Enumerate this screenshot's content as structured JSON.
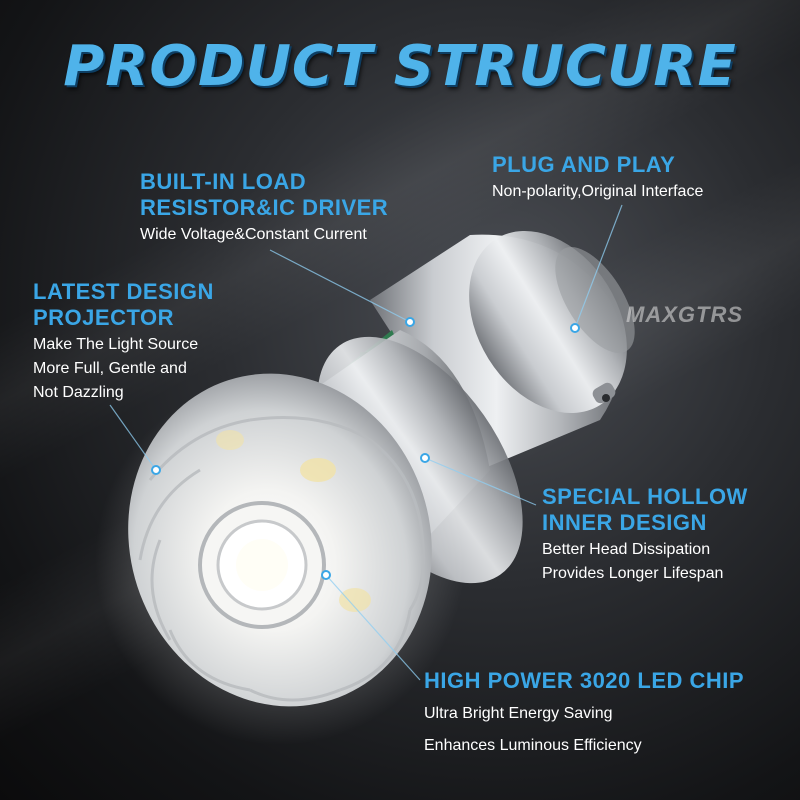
{
  "headline": "PRODUCT STRUCURE",
  "brand_watermark": "MAXGTRS",
  "callouts": {
    "resistor": {
      "title_line1": "BUILT-IN LOAD",
      "title_line2": "RESISTOR&IC DRIVER",
      "desc_line1": "Wide Voltage&Constant Current"
    },
    "plug": {
      "title_line1": "PLUG AND PLAY",
      "desc_line1": "Non-polarity,Original Interface"
    },
    "projector": {
      "title_line1": "LATEST DESIGN",
      "title_line2": "PROJECTOR",
      "desc_line1": "Make The Light Source",
      "desc_line2": "More Full, Gentle and",
      "desc_line3": "Not Dazzling"
    },
    "hollow": {
      "title_line1": "SPECIAL HOLLOW",
      "title_line2": "INNER DESIGN",
      "desc_line1": "Better Head Dissipation",
      "desc_line2": "Provides Longer Lifespan"
    },
    "chip": {
      "title_line1": "HIGH POWER 3020 LED CHIP",
      "desc_line1": "Ultra Bright Energy Saving",
      "desc_line2": "Enhances Luminous Efficiency"
    }
  },
  "colors": {
    "accent_blue": "#3aa6e6",
    "headline_blue": "#4fb3ea",
    "description_text": "#ffffff",
    "background_dark": "#131416"
  }
}
